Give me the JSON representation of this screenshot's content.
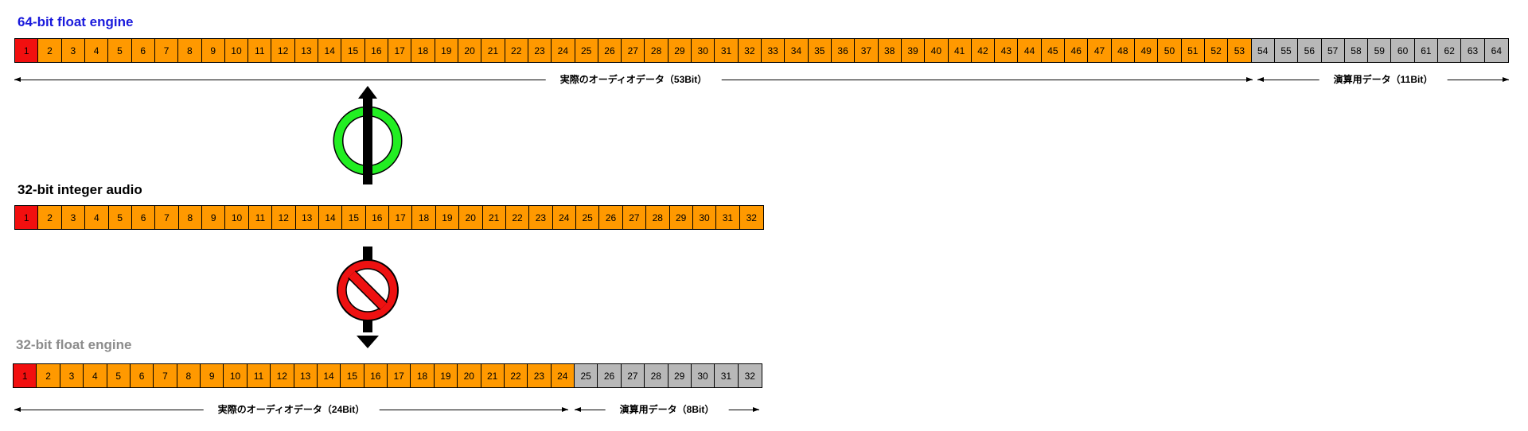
{
  "colors": {
    "sign": "#f20f0f",
    "audio": "#ff9900",
    "calc": "#b8b8b8",
    "ok": "#22ee22",
    "ng": "#ee1111"
  },
  "top": {
    "title": "64-bit float engine",
    "bits": [
      "1",
      "2",
      "3",
      "4",
      "5",
      "6",
      "7",
      "8",
      "9",
      "10",
      "11",
      "12",
      "13",
      "14",
      "15",
      "16",
      "17",
      "18",
      "19",
      "20",
      "21",
      "22",
      "23",
      "24",
      "25",
      "26",
      "27",
      "28",
      "29",
      "30",
      "31",
      "32",
      "33",
      "34",
      "35",
      "36",
      "37",
      "38",
      "39",
      "40",
      "41",
      "42",
      "43",
      "44",
      "45",
      "46",
      "47",
      "48",
      "49",
      "50",
      "51",
      "52",
      "53",
      "54",
      "55",
      "56",
      "57",
      "58",
      "59",
      "60",
      "61",
      "62",
      "63",
      "64"
    ],
    "audio_label": "実際のオーディオデータ（53Bit）",
    "calc_label": "演算用データ（11Bit）"
  },
  "middle": {
    "title": "32-bit integer audio",
    "bits": [
      "1",
      "2",
      "3",
      "4",
      "5",
      "6",
      "7",
      "8",
      "9",
      "10",
      "11",
      "12",
      "13",
      "14",
      "15",
      "16",
      "17",
      "18",
      "19",
      "20",
      "21",
      "22",
      "23",
      "24",
      "25",
      "26",
      "27",
      "28",
      "29",
      "30",
      "31",
      "32"
    ]
  },
  "bottom": {
    "title": "32-bit float engine",
    "bits": [
      "1",
      "2",
      "3",
      "4",
      "5",
      "6",
      "7",
      "8",
      "9",
      "10",
      "11",
      "12",
      "13",
      "14",
      "15",
      "16",
      "17",
      "18",
      "19",
      "20",
      "21",
      "22",
      "23",
      "24",
      "25",
      "26",
      "27",
      "28",
      "29",
      "30",
      "31",
      "32"
    ],
    "audio_label": "実際のオーディオデータ（24Bit）",
    "calc_label": "演算用データ（8Bit）"
  },
  "icons": {
    "ok": "ok-circle-icon",
    "ng": "prohibited-icon"
  }
}
